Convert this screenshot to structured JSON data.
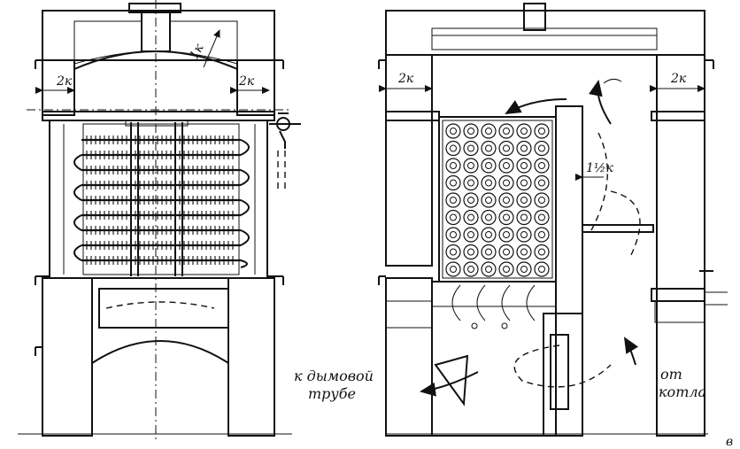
{
  "left_view": {
    "label_gap_left": "2к",
    "label_gap_right": "2к",
    "label_arch": "1к",
    "label_flue_line1": "к дымовой",
    "label_flue_line2": "трубе"
  },
  "right_view": {
    "label_gap_left": "2к",
    "label_gap_right": "2к",
    "label_baffle": "1½к",
    "label_from_line1": "от",
    "label_from_line2": "котла"
  },
  "corner_mark": "в"
}
